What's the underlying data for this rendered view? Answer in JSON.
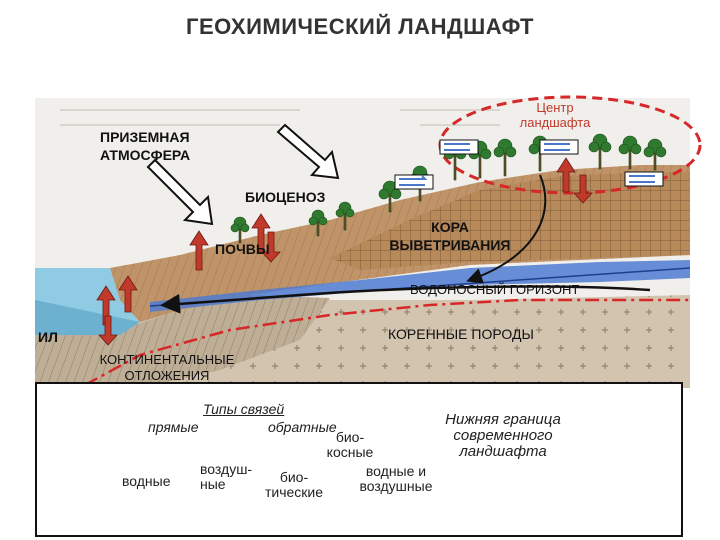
{
  "title": "ГЕОХИМИЧЕСКИЙ ЛАНДШАФТ",
  "labels": {
    "center": [
      "Центр",
      "ландшафта"
    ],
    "atmosphere": [
      "ПРИЗЕМНАЯ",
      "АТМОСФЕРА"
    ],
    "biocenosis": "БИОЦЕНОЗ",
    "crust": [
      "КОРА",
      "ВЫВЕТРИВАНИЯ"
    ],
    "soils": "ПОЧВЫ",
    "aquifer": "ВОДОНОСНЫЙ ГОРИЗОНТ",
    "silt": "ИЛ",
    "bedrock": "КОРЕННЫЕ ПОРОДЫ",
    "continental": [
      "КОНТИНЕНТАЛЬНЫЕ",
      "ОТЛОЖЕНИЯ"
    ]
  },
  "legend": {
    "title": "Типы связей",
    "direct": "прямые",
    "feedback": "обратные",
    "water": "водные",
    "air": [
      "воздуш-",
      "ные"
    ],
    "biotic": [
      "био-",
      "тические"
    ],
    "bioinert": [
      "био-",
      "косные"
    ],
    "water_air": [
      "водные и",
      "воздушные"
    ],
    "lower_boundary": [
      "Нижняя граница",
      "современного",
      "ландшафта"
    ]
  },
  "colors": {
    "red_arrow": "#c0392b",
    "blue_arrow": "#4a77c9",
    "boundary": "#d62828",
    "soil": "#b98e62",
    "bedrock": "#c9b9a4",
    "water": "#7fc4e0"
  }
}
